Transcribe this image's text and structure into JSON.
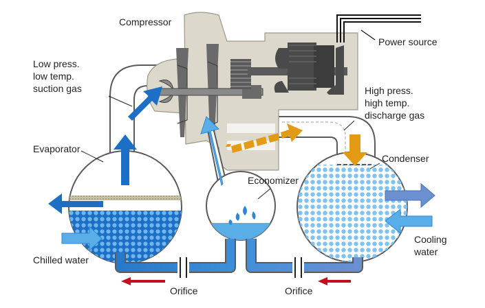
{
  "labels": {
    "compressor": "Compressor",
    "power_source": "Power source",
    "suction_gas": [
      "Low press.",
      "low temp.",
      "suction gas"
    ],
    "discharge_gas": [
      "High press.",
      "high temp.",
      "discharge gas"
    ],
    "evaporator": "Evaporator",
    "economizer": "Economizer",
    "condenser": "Condenser",
    "chilled_water": "Chilled water",
    "cooling_water": [
      "Cooling",
      "water"
    ],
    "orifice_left": "Orifice",
    "orifice_right": "Orifice"
  },
  "colors": {
    "pipe_outline": "#5a5a5a",
    "housing": "#ddd8cc",
    "liquid_blue": "#1c6fc4",
    "vapor_light_blue": "#5aaee8",
    "water_arrow_blue": "#2d86d6",
    "hot_gas_orange": "#e39b16",
    "flow_red": "#c0101d",
    "motor_dark": "#4a4a4a",
    "mesh": "#c9c2a5"
  },
  "icons": [
    "compressor-impeller-icon",
    "motor-icon",
    "gear-icon",
    "power-cable-icon",
    "spray-icon"
  ]
}
